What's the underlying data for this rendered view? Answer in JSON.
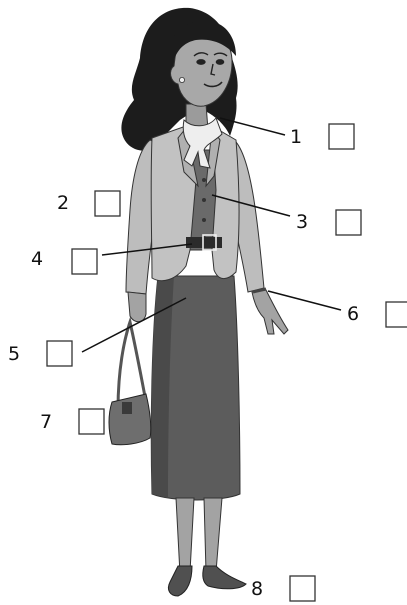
{
  "labels": [
    {
      "number": "1",
      "target": "scarf"
    },
    {
      "number": "2",
      "target": "jacket"
    },
    {
      "number": "3",
      "target": "vest"
    },
    {
      "number": "4",
      "target": "belt"
    },
    {
      "number": "5",
      "target": "skirt"
    },
    {
      "number": "6",
      "target": "bracelet"
    },
    {
      "number": "7",
      "target": "handbag"
    },
    {
      "number": "8",
      "target": "shoes"
    }
  ],
  "colors": {
    "hair": "#1c1c1c",
    "skin": "#a3a3a3",
    "jacket": "#c2c2c2",
    "vest": "#6a6a6a",
    "skirt": "#5c5c5c",
    "scarf": "#eeeeee",
    "bag": "#6e6e6e",
    "shoes": "#505050",
    "belt": "#2b2b2b"
  }
}
